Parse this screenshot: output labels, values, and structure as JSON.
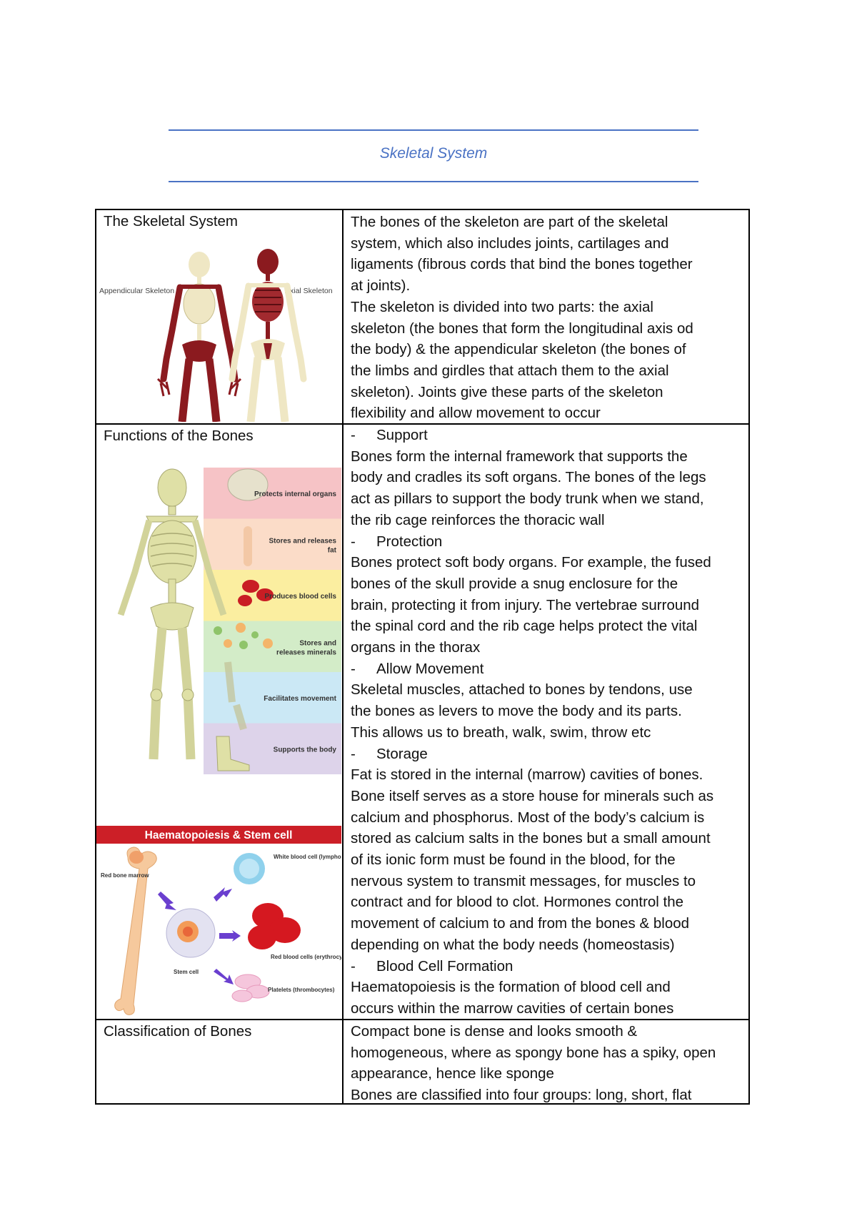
{
  "doc_title": "Skeletal System",
  "rows": [
    {
      "label": "The Skeletal System",
      "figure": {
        "left_label": "Appendicular Skeleton",
        "right_label": "Axial Skeleton"
      },
      "lines": [
        "The bones of the skeleton are part of the skeletal",
        "system, which also includes joints, cartilages and",
        "ligaments (fibrous cords that bind the bones together",
        "at joints).",
        "The skeleton is divided into two parts: the axial",
        "skeleton (the bones that form the longitudinal axis od",
        "the body) & the appendicular skeleton (the bones of",
        "the limbs and girdles that attach them to the axial",
        "skeleton). Joints give these parts of the skeleton",
        "flexibility and allow movement to occur"
      ]
    },
    {
      "label": "Functions of the Bones",
      "figure": {
        "bands": [
          {
            "label": "Protects internal organs",
            "color": "#f6c3c6"
          },
          {
            "label": "Stores and releases fat",
            "color": "#fbdcc8"
          },
          {
            "label": "Produces blood cells",
            "color": "#fbeea0"
          },
          {
            "label": "Stores and releases minerals",
            "color": "#d3ecc8"
          },
          {
            "label": "Facilitates movement",
            "color": "#cbe8f5"
          },
          {
            "label": "Supports the body",
            "color": "#ddd3ea"
          }
        ],
        "haem_title": "Haematopoiesis & Stem cell",
        "haem_labels": {
          "marrow": "Red bone marrow",
          "white": "White blood cell (lymphocyte)",
          "red": "Red blood cells (erythrocytes)",
          "platelets": "Platelets (thrombocytes)",
          "stem": "Stem cell"
        }
      },
      "lines": [
        {
          "type": "bullet",
          "text": "Support"
        },
        {
          "type": "line",
          "text": "Bones form the internal framework that supports the"
        },
        {
          "type": "line",
          "text": "body and cradles its soft organs. The bones of the legs"
        },
        {
          "type": "line",
          "text": "act as pillars to support the body trunk when we stand,"
        },
        {
          "type": "line",
          "text": "the rib cage reinforces the thoracic wall"
        },
        {
          "type": "bullet",
          "text": "Protection"
        },
        {
          "type": "line",
          "text": "Bones protect soft body organs. For example, the fused"
        },
        {
          "type": "line",
          "text": "bones of the skull provide a snug enclosure for the"
        },
        {
          "type": "line",
          "text": "brain, protecting it from injury. The vertebrae surround"
        },
        {
          "type": "line",
          "text": "the spinal cord and the rib cage helps protect the vital"
        },
        {
          "type": "line",
          "text": "organs in the thorax"
        },
        {
          "type": "bullet",
          "text": "Allow Movement"
        },
        {
          "type": "line",
          "text": "Skeletal muscles, attached to bones by tendons, use"
        },
        {
          "type": "line",
          "text": "the bones as levers to move the body and its parts."
        },
        {
          "type": "line",
          "text": "This allows us to breath, walk, swim, throw etc"
        },
        {
          "type": "bullet",
          "text": "Storage"
        },
        {
          "type": "line",
          "text": "Fat is stored in the internal (marrow) cavities of bones."
        },
        {
          "type": "line",
          "text": "Bone itself serves as a store house for minerals such as"
        },
        {
          "type": "line",
          "text": "calcium and phosphorus. Most of the body’s calcium is"
        },
        {
          "type": "line",
          "text": "stored as calcium salts in the bones but a small amount"
        },
        {
          "type": "line",
          "text": "of its ionic form must be found in the blood, for the"
        },
        {
          "type": "line",
          "text": "nervous system to transmit messages, for muscles to"
        },
        {
          "type": "line",
          "text": "contract and for blood to clot. Hormones control the"
        },
        {
          "type": "line",
          "text": "movement of calcium to and from the bones & blood"
        },
        {
          "type": "line",
          "text": "depending on what the body needs (homeostasis)"
        },
        {
          "type": "bullet",
          "text": "Blood Cell Formation"
        },
        {
          "type": "line",
          "text": "Haematopoiesis is the formation of blood cell and"
        },
        {
          "type": "line",
          "text": "occurs within the marrow cavities of certain bones"
        }
      ]
    },
    {
      "label": "Classification of Bones",
      "lines": [
        "Compact bone is dense and looks smooth &",
        "homogeneous, where as spongy bone has a spiky, open",
        "appearance, hence like sponge",
        "Bones are classified into four groups: long, short, flat"
      ]
    }
  ],
  "bullet_dash": "-"
}
